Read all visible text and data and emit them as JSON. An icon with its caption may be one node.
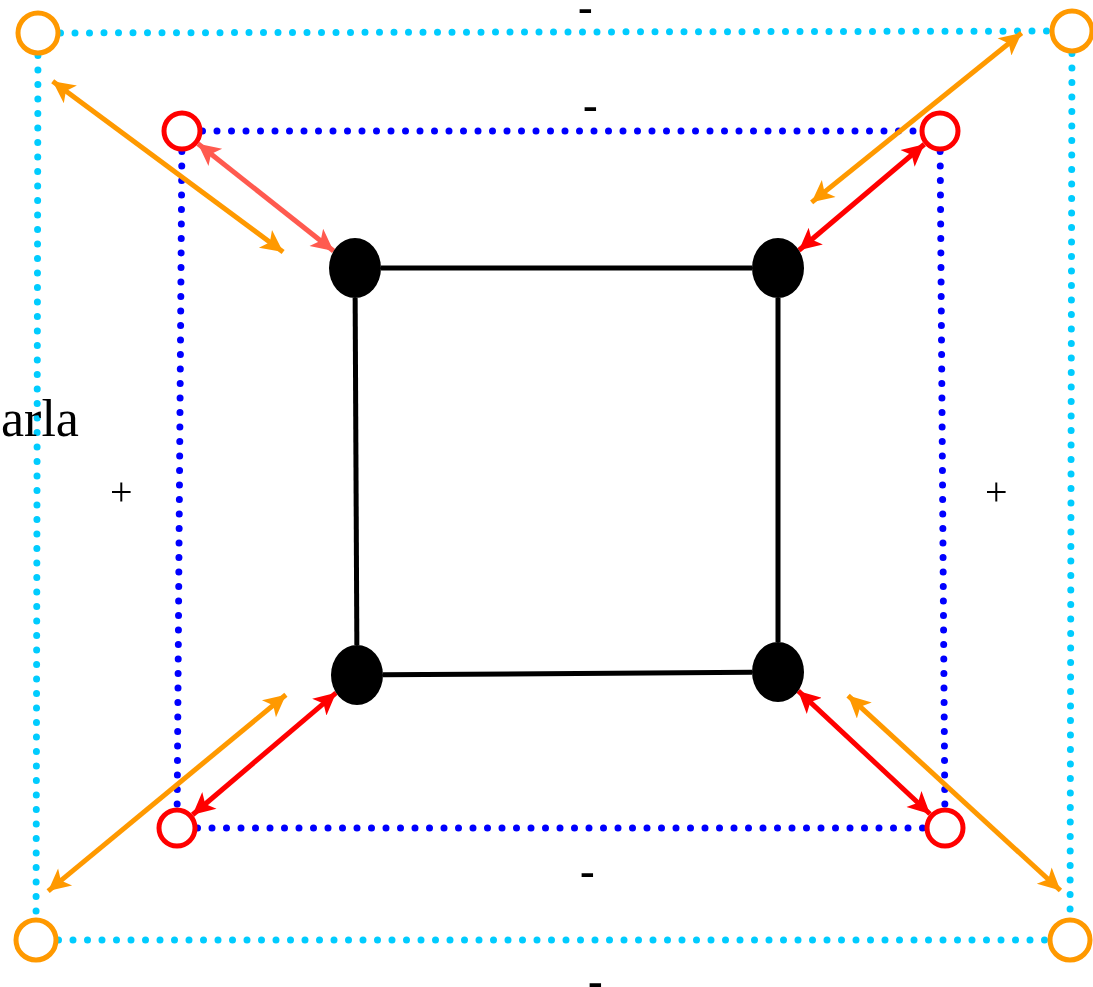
{
  "diagram": {
    "nodes": [
      {
        "text": [],
        "shape": "circle"
      },
      {
        "text": [],
        "shape": "circle"
      },
      {
        "text": [],
        "shape": "circle"
      },
      {
        "text": [],
        "shape": "circle"
      },
      {
        "text": [],
        "shape": "circle"
      },
      {
        "text": [],
        "shape": "circle"
      },
      {
        "text": [],
        "shape": "circle"
      },
      {
        "text": [],
        "shape": "circle"
      },
      {
        "text": [],
        "shape": "circle"
      },
      {
        "text": [],
        "shape": "circle"
      },
      {
        "text": [],
        "shape": "circle"
      },
      {
        "text": [],
        "shape": "circle"
      }
    ],
    "edges": [
      {
        "from": 0,
        "to": 1,
        "arrow": "none",
        "style": "dashed",
        "color": "#00ccff"
      },
      {
        "from": 0,
        "to": 10,
        "arrow": "none",
        "style": "dashed",
        "color": "#00ccff"
      },
      {
        "from": 1,
        "to": 11,
        "arrow": "none",
        "style": "dashed",
        "color": "#00ccff"
      },
      {
        "from": 10,
        "to": 11,
        "arrow": "none",
        "style": "dashed",
        "color": "#00ccff"
      },
      {
        "from": 2,
        "to": 3,
        "arrow": "none",
        "style": "dashed",
        "color": "#0000ff"
      },
      {
        "from": 2,
        "to": 8,
        "arrow": "none",
        "style": "dashed",
        "color": "#0000ff"
      },
      {
        "from": 3,
        "to": 9,
        "arrow": "none",
        "style": "dashed",
        "color": "#0000ff"
      },
      {
        "from": 8,
        "to": 9,
        "arrow": "none",
        "style": "dashed",
        "color": "#0000ff"
      },
      {
        "from": 4,
        "to": 5,
        "arrow": "none",
        "color": "#000000"
      },
      {
        "from": 4,
        "to": 6,
        "arrow": "none",
        "color": "#000000"
      },
      {
        "from": 5,
        "to": 7,
        "arrow": "none",
        "color": "#000000"
      },
      {
        "from": 6,
        "to": 7,
        "arrow": "none",
        "color": "#000000"
      },
      {
        "from": 4,
        "to": 2,
        "arrow": "both",
        "color": "#ff5a4f"
      },
      {
        "from": 5,
        "to": 3,
        "arrow": "both",
        "color": "#ff0000"
      },
      {
        "from": 6,
        "to": 8,
        "arrow": "both",
        "color": "#ff0000"
      },
      {
        "from": 7,
        "to": 9,
        "arrow": "both",
        "color": "#ff0000"
      },
      {
        "from": 0,
        "to": 4,
        "arrow": "both",
        "color": "#ff9900"
      },
      {
        "from": 1,
        "to": 5,
        "arrow": "both",
        "color": "#ff9900"
      },
      {
        "from": 10,
        "to": 6,
        "arrow": "both",
        "color": "#ff9900"
      },
      {
        "from": 11,
        "to": 7,
        "arrow": "both",
        "color": "#ff9900"
      }
    ],
    "labels": [
      "-",
      "-",
      "arla",
      "+",
      "+",
      "-",
      "-"
    ]
  }
}
